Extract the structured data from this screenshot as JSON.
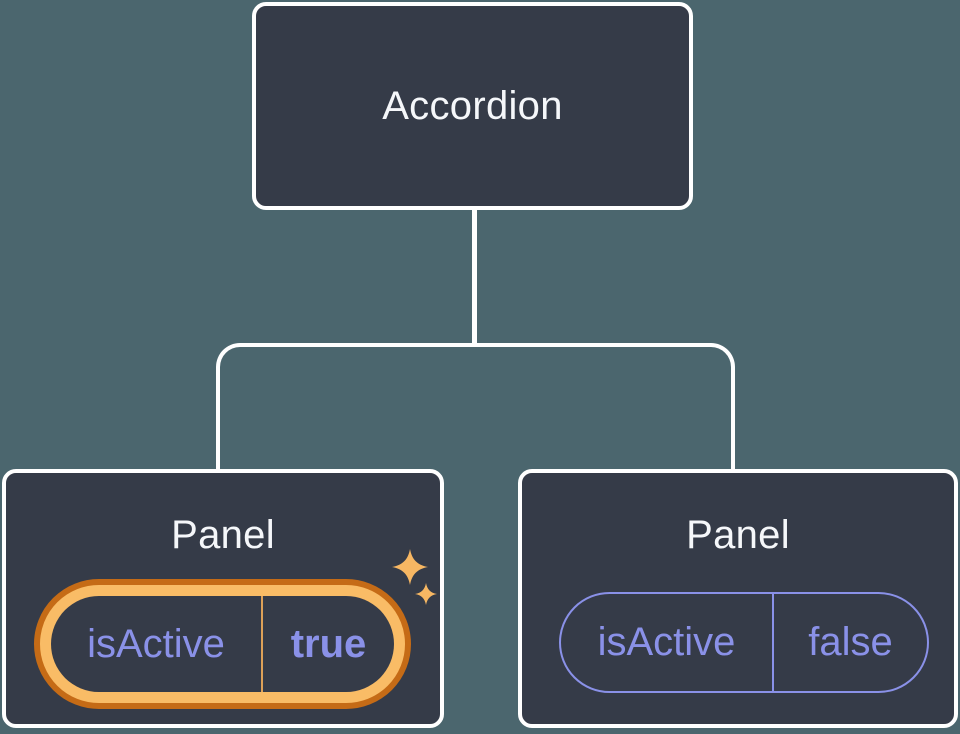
{
  "diagram": {
    "root": {
      "title": "Accordion"
    },
    "children": [
      {
        "title": "Panel",
        "prop_name": "isActive",
        "prop_value": "true",
        "highlighted": true
      },
      {
        "title": "Panel",
        "prop_name": "isActive",
        "prop_value": "false",
        "highlighted": false
      }
    ]
  },
  "icons": {
    "sparkle_large": "sparkle-icon",
    "sparkle_small": "sparkle-icon"
  },
  "colors": {
    "background": "#4b666e",
    "node_fill": "#353b48",
    "node_border": "#ffffff",
    "connector": "#ffffff",
    "title_text": "#f5f7fa",
    "prop_text": "#8a91e8",
    "pill_border": "#8a91e8",
    "highlight_ring_outer": "#c56b16",
    "highlight_ring_fill": "#f9bc66",
    "highlight_divider": "#dda158",
    "sparkle": "#f7b763"
  }
}
